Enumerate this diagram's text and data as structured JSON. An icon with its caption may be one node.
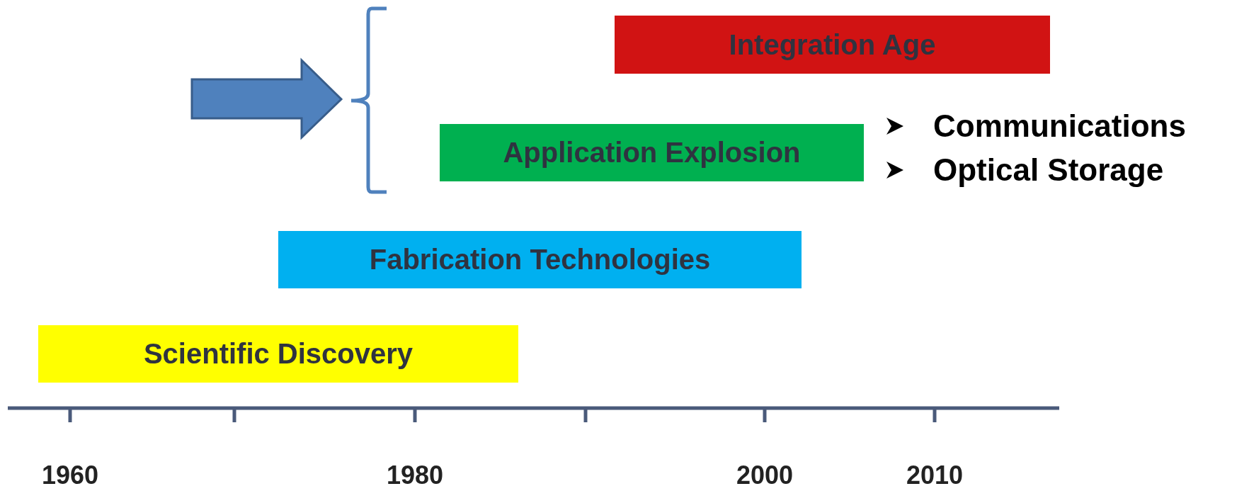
{
  "diagram": {
    "nodes": [
      {
        "text": [
          "Integration Age"
        ]
      },
      {
        "text": [
          "Application Explosion"
        ],
        "beside": [
          "Communications",
          "Optical Storage"
        ]
      },
      {
        "text": [
          "Fabrication Technologies"
        ]
      },
      {
        "text": [
          "Scientific Discovery"
        ]
      }
    ],
    "labels": [
      "1960",
      "1980",
      "2000",
      "2010"
    ]
  }
}
